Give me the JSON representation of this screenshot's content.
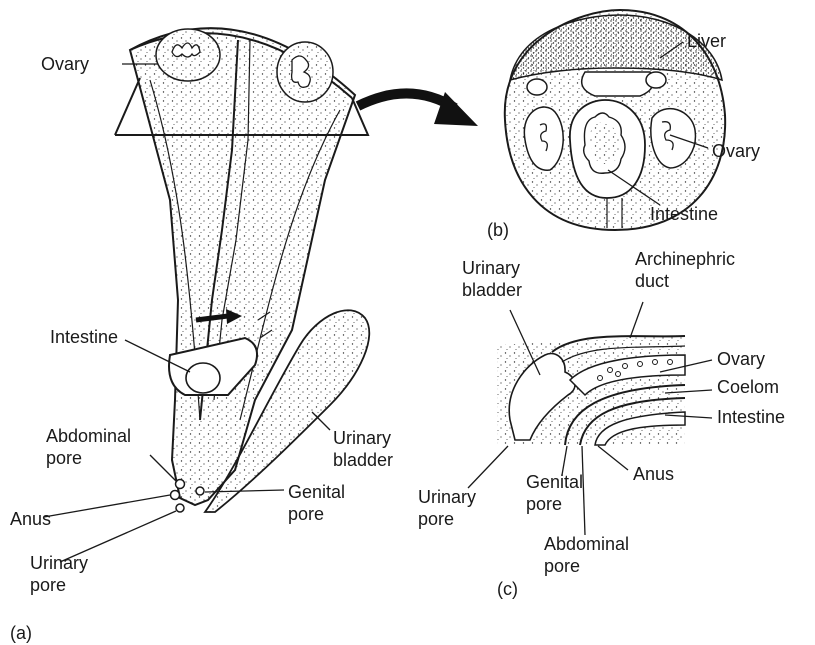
{
  "panels": {
    "a": "(a)",
    "b": "(b)",
    "c": "(c)"
  },
  "labels_a": {
    "ovary": "Ovary",
    "intestine": "Intestine",
    "abdominal_pore": "Abdominal\npore",
    "anus": "Anus",
    "urinary_pore": "Urinary\npore",
    "genital_pore": "Genital\npore",
    "urinary_bladder": "Urinary\nbladder"
  },
  "labels_b": {
    "liver": "Liver",
    "ovary": "Ovary",
    "intestine": "Intestine"
  },
  "labels_c": {
    "urinary_bladder": "Urinary\nbladder",
    "archinephric_duct": "Archinephric\nduct",
    "ovary": "Ovary",
    "coelom": "Coelom",
    "intestine": "Intestine",
    "anus": "Anus",
    "urinary_pore": "Urinary\npore",
    "genital_pore": "Genital\npore",
    "abdominal_pore": "Abdominal\npore"
  }
}
